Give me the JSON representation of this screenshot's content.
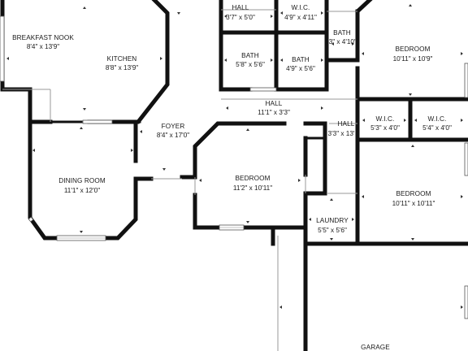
{
  "rooms": [
    {
      "id": "breakfast-nook",
      "name": "BREAKFAST NOOK",
      "dims": "8'4\" x 13'9\""
    },
    {
      "id": "kitchen",
      "name": "KITCHEN",
      "dims": "8'8\" x 13'9\""
    },
    {
      "id": "hall-top",
      "name": "HALL",
      "dims": "3'7\" x 5'0\""
    },
    {
      "id": "wic-top",
      "name": "W.I.C.",
      "dims": "4'9\" x 4'11\""
    },
    {
      "id": "bath-small",
      "name": "BATH",
      "dims": "'3\" x 4'10\""
    },
    {
      "id": "bath-left",
      "name": "BATH",
      "dims": "5'8\" x 5'6\""
    },
    {
      "id": "bath-mid",
      "name": "BATH",
      "dims": "4'9\" x 5'6\""
    },
    {
      "id": "bedroom-top-right",
      "name": "BEDROOM",
      "dims": "10'11\" x 10'9\""
    },
    {
      "id": "hall-main",
      "name": "HALL",
      "dims": "11'1\" x 3'3\""
    },
    {
      "id": "hall-right",
      "name": "HALL",
      "dims": "3'3\" x 13'"
    },
    {
      "id": "wic-right-1",
      "name": "W.I.C.",
      "dims": "5'3\" x 4'0\""
    },
    {
      "id": "wic-right-2",
      "name": "W.I.C.",
      "dims": "5'4\" x 4'0\""
    },
    {
      "id": "foyer",
      "name": "FOYER",
      "dims": "8'4\" x 17'0\""
    },
    {
      "id": "dining-room",
      "name": "DINING ROOM",
      "dims": "11'1\" x 12'0\""
    },
    {
      "id": "bedroom-center",
      "name": "BEDROOM",
      "dims": "11'2\" x 10'11\""
    },
    {
      "id": "bedroom-right",
      "name": "BEDROOM",
      "dims": "10'11\" x 10'11\""
    },
    {
      "id": "laundry",
      "name": "LAUNDRY",
      "dims": "5'5\" x 5'6\""
    },
    {
      "id": "garage",
      "name": "GARAGE",
      "dims": ""
    }
  ]
}
